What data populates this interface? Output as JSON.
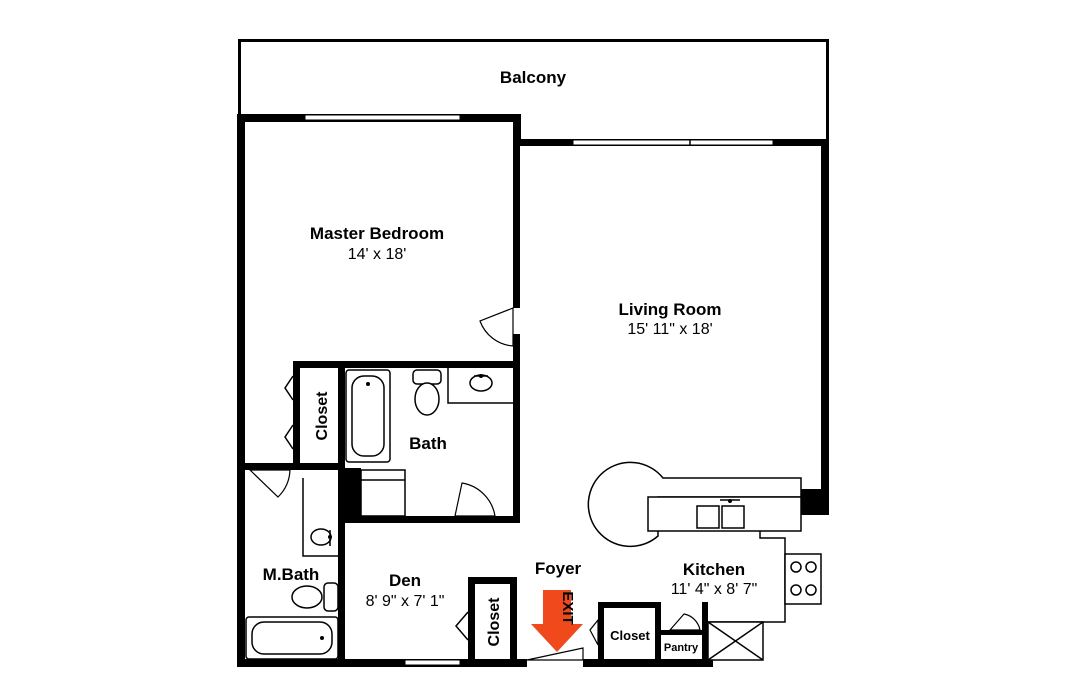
{
  "rooms": {
    "balcony": {
      "name": "Balcony"
    },
    "master_bedroom": {
      "name": "Master Bedroom",
      "size": "14' x 18'"
    },
    "living_room": {
      "name": "Living Room",
      "size": "15' 11\" x 18'"
    },
    "bath": {
      "name": "Bath"
    },
    "closet_bedroom": {
      "name": "Closet"
    },
    "master_bath": {
      "name": "M.Bath"
    },
    "den": {
      "name": "Den",
      "size": "8' 9\" x 7' 1\""
    },
    "closet_den": {
      "name": "Closet"
    },
    "foyer": {
      "name": "Foyer"
    },
    "closet_foyer": {
      "name": "Closet"
    },
    "pantry": {
      "name": "Pantry"
    },
    "kitchen": {
      "name": "Kitchen",
      "size": "11' 4\" x 8' 7\""
    }
  },
  "exit_sign": {
    "label": "EXIT",
    "color": "#f04a1c"
  },
  "colors": {
    "wall": "#000000",
    "background": "#ffffff"
  }
}
